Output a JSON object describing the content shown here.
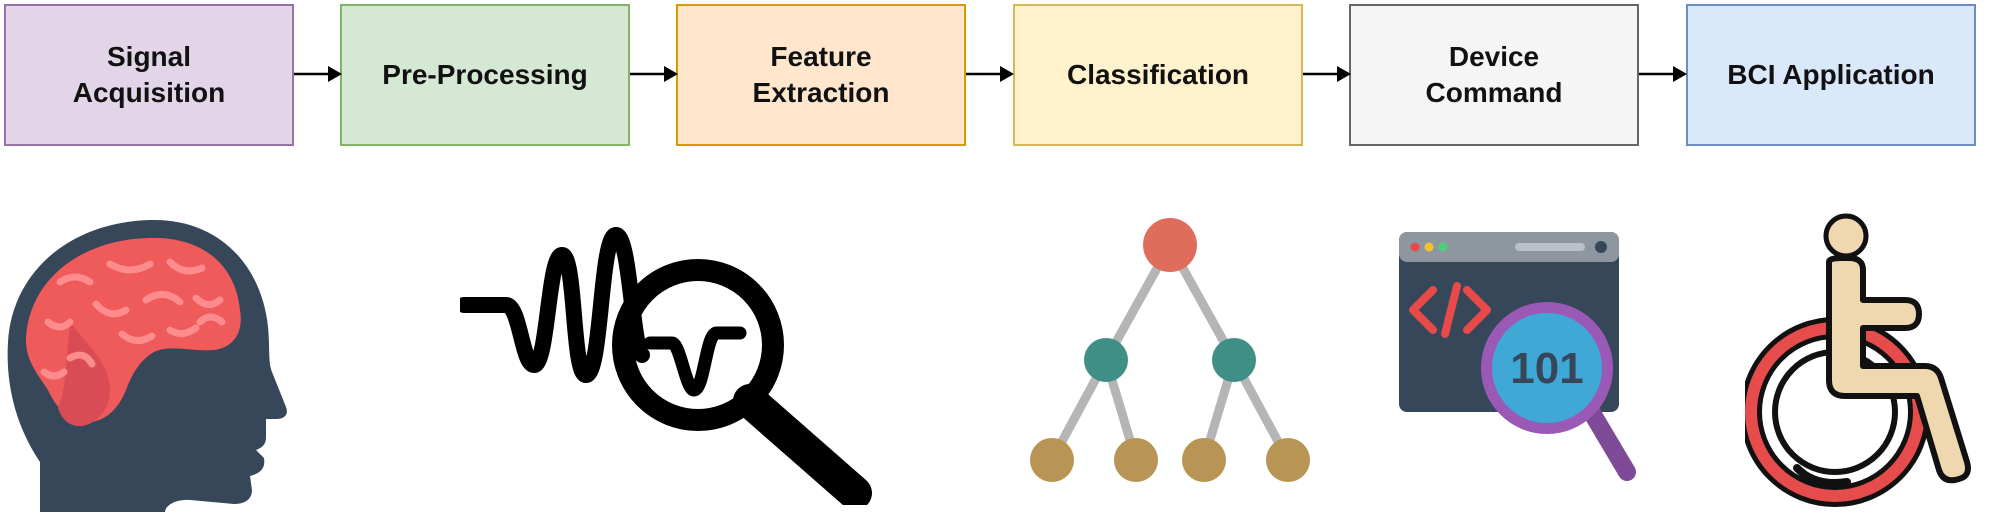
{
  "pipeline": {
    "steps": [
      {
        "label": "Signal\nAcquisition",
        "fill": "#e1d5e7",
        "stroke": "#9673a6"
      },
      {
        "label": "Pre-Processing",
        "fill": "#d5e8d4",
        "stroke": "#82b366"
      },
      {
        "label": "Feature\nExtraction",
        "fill": "#ffe6cc",
        "stroke": "#d79b00"
      },
      {
        "label": "Classification",
        "fill": "#fff2cc",
        "stroke": "#d6b656"
      },
      {
        "label": "Device\nCommand",
        "fill": "#f5f5f5",
        "stroke": "#666666"
      },
      {
        "label": "BCI Application",
        "fill": "#dae8fc",
        "stroke": "#6c8ebf"
      }
    ]
  },
  "icons": {
    "brain_head": "brain-head-icon",
    "signal_search": "signal-magnifier-icon",
    "tree": "decision-tree-icon",
    "code_window": "code-window-icon",
    "code_badge": "101",
    "wheelchair": "wheelchair-icon"
  },
  "colors": {
    "dark_navy": "#37475a",
    "brain_red": "#ef5a5a",
    "tree_root": "#e06c5c",
    "tree_mid": "#3f8f86",
    "tree_leaf": "#b89554",
    "tree_line": "#b5b5b5",
    "lens_purple": "#9b59b6",
    "lens_blue": "#3fa8d6",
    "wheel_red": "#e74c4c",
    "skin": "#efd8b0"
  }
}
